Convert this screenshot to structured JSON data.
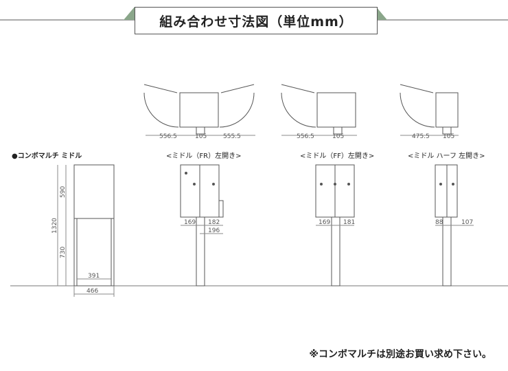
{
  "title": "組み合わせ寸法図（単位mm）",
  "section_label": "●コンボマルチ ミドル",
  "footnote": "※コンボマルチは別途お買い求め下さい。",
  "views": [
    {
      "label": "<ミドル（FR）左開き>",
      "top_left": "556.5",
      "top_mid": "105",
      "top_right": "555.5",
      "front_left": "169",
      "front_right": "182",
      "front_bottom": "196"
    },
    {
      "label": "<ミドル（FF）左開き>",
      "top_left": "556.5",
      "top_mid": "105",
      "front_left": "169",
      "front_right": "181"
    },
    {
      "label": "<ミドル ハーフ 左開き>",
      "top_left": "475.5",
      "top_mid": "105",
      "front_left": "88",
      "front_right": "107"
    }
  ],
  "combo": {
    "height_total": "1320",
    "height_upper": "590",
    "height_lower": "730",
    "width_inner": "391",
    "width_outer": "466"
  }
}
